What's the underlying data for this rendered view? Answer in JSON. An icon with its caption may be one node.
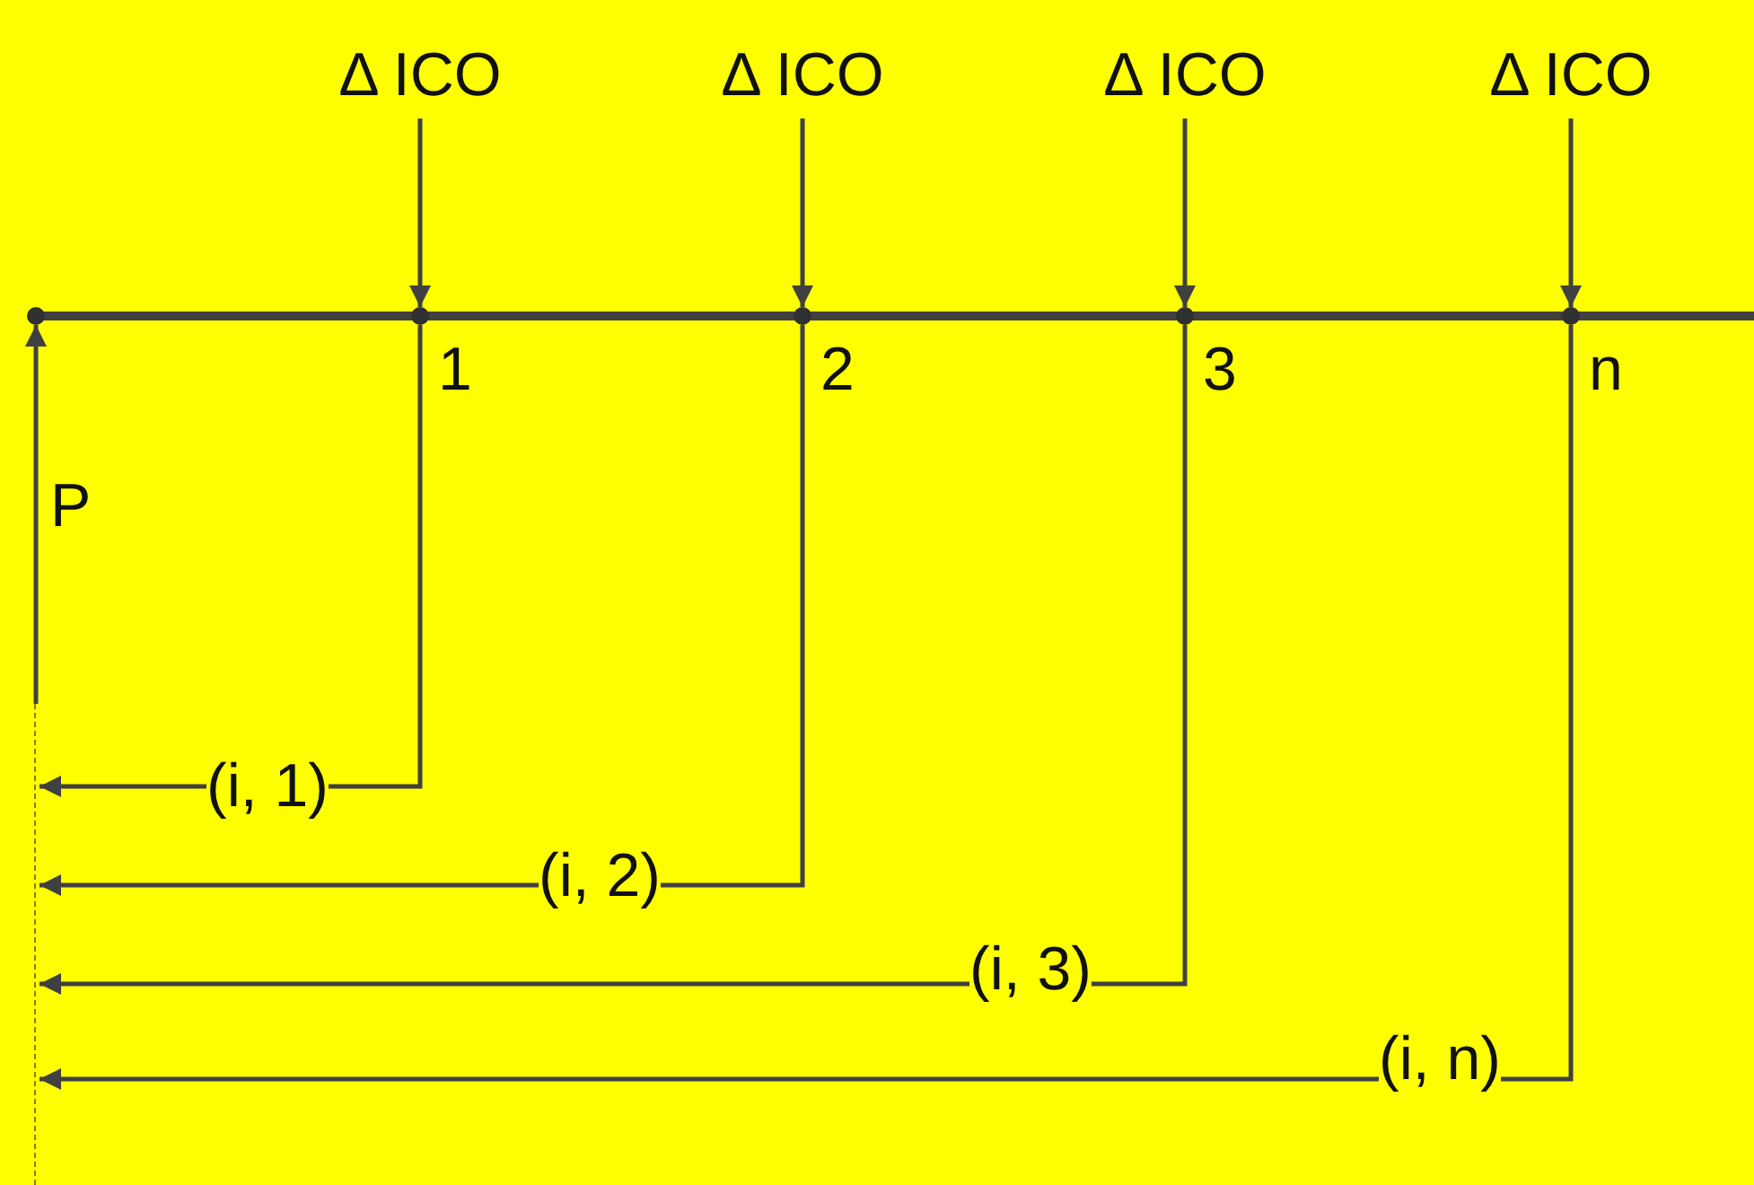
{
  "diagram": {
    "nodes": [
      {
        "text": [
          "Δ ICO"
        ]
      },
      {
        "text": [
          "Δ ICO"
        ]
      },
      {
        "text": [
          "Δ ICO"
        ]
      },
      {
        "text": [
          "Δ ICO"
        ]
      },
      {
        "text": [],
        "shape": "circle",
        "beside": [
          "1"
        ]
      },
      {
        "text": [],
        "shape": "circle",
        "beside": [
          "2"
        ]
      },
      {
        "text": [],
        "shape": "circle",
        "beside": [
          "3"
        ]
      },
      {
        "text": [],
        "shape": "circle",
        "beside": [
          "n"
        ]
      },
      {
        "text": [],
        "shape": "circle"
      },
      {
        "text": [],
        "shape": "bar"
      }
    ],
    "edges": [
      {
        "from": 0,
        "to": 4,
        "arrow": "to"
      },
      {
        "from": 1,
        "to": 5,
        "arrow": "to"
      },
      {
        "from": 2,
        "to": 6,
        "arrow": "to"
      },
      {
        "from": 3,
        "to": 7,
        "arrow": "to"
      },
      {
        "from": 9,
        "to": 8,
        "arrow": "to",
        "label": "P"
      },
      {
        "from": 4,
        "to": 9,
        "arrow": "to",
        "label": "(i, 1)"
      },
      {
        "from": 5,
        "to": 9,
        "arrow": "to",
        "label": "(i, 2)"
      },
      {
        "from": 6,
        "to": 9,
        "arrow": "to",
        "label": "(i, 3)"
      },
      {
        "from": 7,
        "to": 9,
        "arrow": "to",
        "label": "(i, n)"
      }
    ]
  }
}
